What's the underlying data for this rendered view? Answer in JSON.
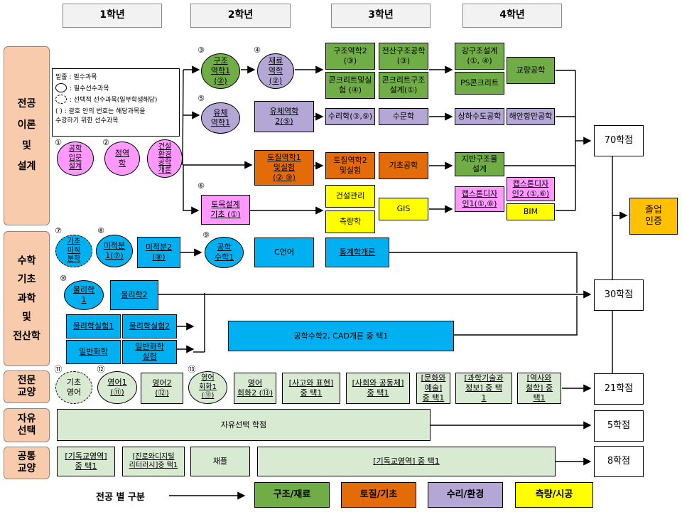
{
  "years": [
    "1학년",
    "2학년",
    "3학년",
    "4학년"
  ],
  "sections": {
    "major": "전공\n이론\n및\n설계",
    "basic": "수학\n기초\n과학\n및\n전산학",
    "liberal": "전문\n교양",
    "free": "자유\n선택",
    "common": "공통\n교양"
  },
  "legend": {
    "title": "밑줄 : 필수과목",
    "required_prereq": ": 필수선수과목",
    "elective_prereq": ": 선택적 선수과목(일부학생해당)",
    "paren": "( ) : 괄호 안의 번호는 해당과목을\n수강하기 위한 선수과목"
  },
  "markers": [
    "①",
    "②",
    "③",
    "④",
    "⑤",
    "⑥",
    "⑦",
    "⑧",
    "⑨",
    "⑩",
    "⑪",
    "⑫",
    "⑬"
  ],
  "courses": {
    "eng_design": "공학\n입문\n설계",
    "statics": "정역\n학",
    "env_eng": "건설\n환경\n공학\n개론",
    "struct1": "구조\n역학1\n(②)",
    "material": "재료\n역학\n(②)",
    "fluid1": "유체\n역학1",
    "fluid2": "유체역학\n2(⑤)",
    "soil1": "토질역학1\n및실험\n(② ⑩)",
    "civil_design": "토목설계\n기초 (①)",
    "struct2": "구조역학2\n(③)",
    "computer_struct": "전산구조공학\n(③)",
    "concrete_lab": "콘크리트및실\n험 (④)",
    "concrete_design": "콘크리트구조\n설계(①)",
    "hydraulics": "수리학(③,⑨)",
    "hydrology": "수문학",
    "soil2": "토질역학2\n및실험",
    "foundation": "기초공학",
    "construction_mgmt": "건설관리",
    "surveying": "측량학",
    "gis": "GIS",
    "steel_design": "강구조설계\n(①, ④)",
    "bridge": "교량공학",
    "ps_concrete": "PS콘크리트",
    "water_supply": "상하수도공학",
    "coastal": "해안항만공학",
    "ground_design": "지반구조물\n설계",
    "capstone1": "캡스톤디자\n인1(①,⑥)",
    "capstone2": "캡스톤디자\n인2 (①,⑥)",
    "bim": "BIM",
    "basic_calc": "기초\n미적\n분학",
    "calc1": "미적분\n1(⑦)",
    "calc2": "미적분2\n(⑧)",
    "eng_math1": "공학\n수학1",
    "c_lang": "C언어",
    "statistics": "통계학개론",
    "physics1": "물리학\n1",
    "physics2": "물리학2",
    "physics_lab1": "물리학실험1",
    "physics_lab2": "물리학실험2",
    "chemistry": "일반화학",
    "chem_lab": "일반화학\n실험",
    "eng_math2": "공학수학2, CAD개론 중 택1",
    "basic_english": "기초\n영어",
    "english1": "영어1\n(⑪)",
    "english2": "영어2\n(⑫)",
    "eng_conv1": "영어\n회화1\n(⑪)",
    "eng_conv2": "영어\n회화2 (⑬)",
    "thinking": "[사고와 표현]\n중 택1",
    "society": "[사회와 공동체]\n중 택1",
    "culture": "[문화와\n예술]\n중 택1",
    "science_info": "[과학기술과\n정보] 중 택\n1",
    "history": "[역사와\n철학] 중\n택1",
    "free_elective": "자유선택 학점",
    "christian1": "[기독교영역]\n중 택1",
    "career_digital": "[진로와디지털\n리터러시]중 택1",
    "chapel": "채플",
    "christian2": "[기독교영역] 중 택1"
  },
  "credits": {
    "major": "70학점",
    "basic": "30학점",
    "liberal": "21학점",
    "free": "5학점",
    "common": "8학점",
    "graduation": "졸업\n인증"
  },
  "key": {
    "label": "전공 별 구분",
    "items": [
      "구조/재료",
      "토질/기초",
      "수리/환경",
      "측량/시공"
    ],
    "colors": [
      "#70ad47",
      "#e36c09",
      "#b4a7d6",
      "#ffff00"
    ]
  }
}
